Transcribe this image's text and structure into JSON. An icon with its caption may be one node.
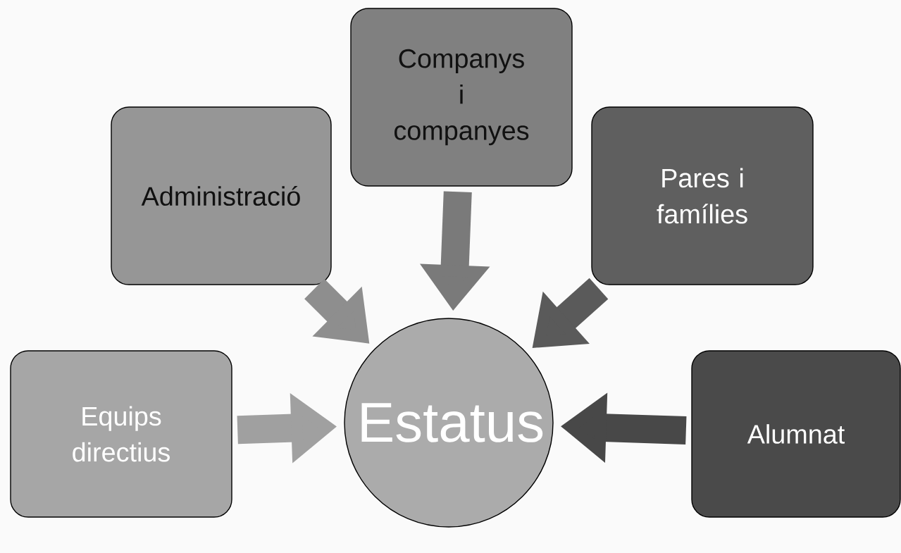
{
  "diagram": {
    "nodes": [
      {
        "text": [
          "Estatus"
        ]
      },
      {
        "text": [
          "Equips directius"
        ]
      },
      {
        "text": [
          "Administració"
        ]
      },
      {
        "text": [
          "Companys i companyes"
        ]
      },
      {
        "text": [
          "Pares i famílies"
        ]
      },
      {
        "text": [
          "Alumnat"
        ]
      }
    ],
    "edges": [
      {
        "from": 1,
        "to": 0,
        "arrow": "to"
      },
      {
        "from": 2,
        "to": 0,
        "arrow": "to"
      },
      {
        "from": 3,
        "to": 0,
        "arrow": "to"
      },
      {
        "from": 4,
        "to": 0,
        "arrow": "to"
      },
      {
        "from": 5,
        "to": 0,
        "arrow": "to"
      }
    ]
  }
}
